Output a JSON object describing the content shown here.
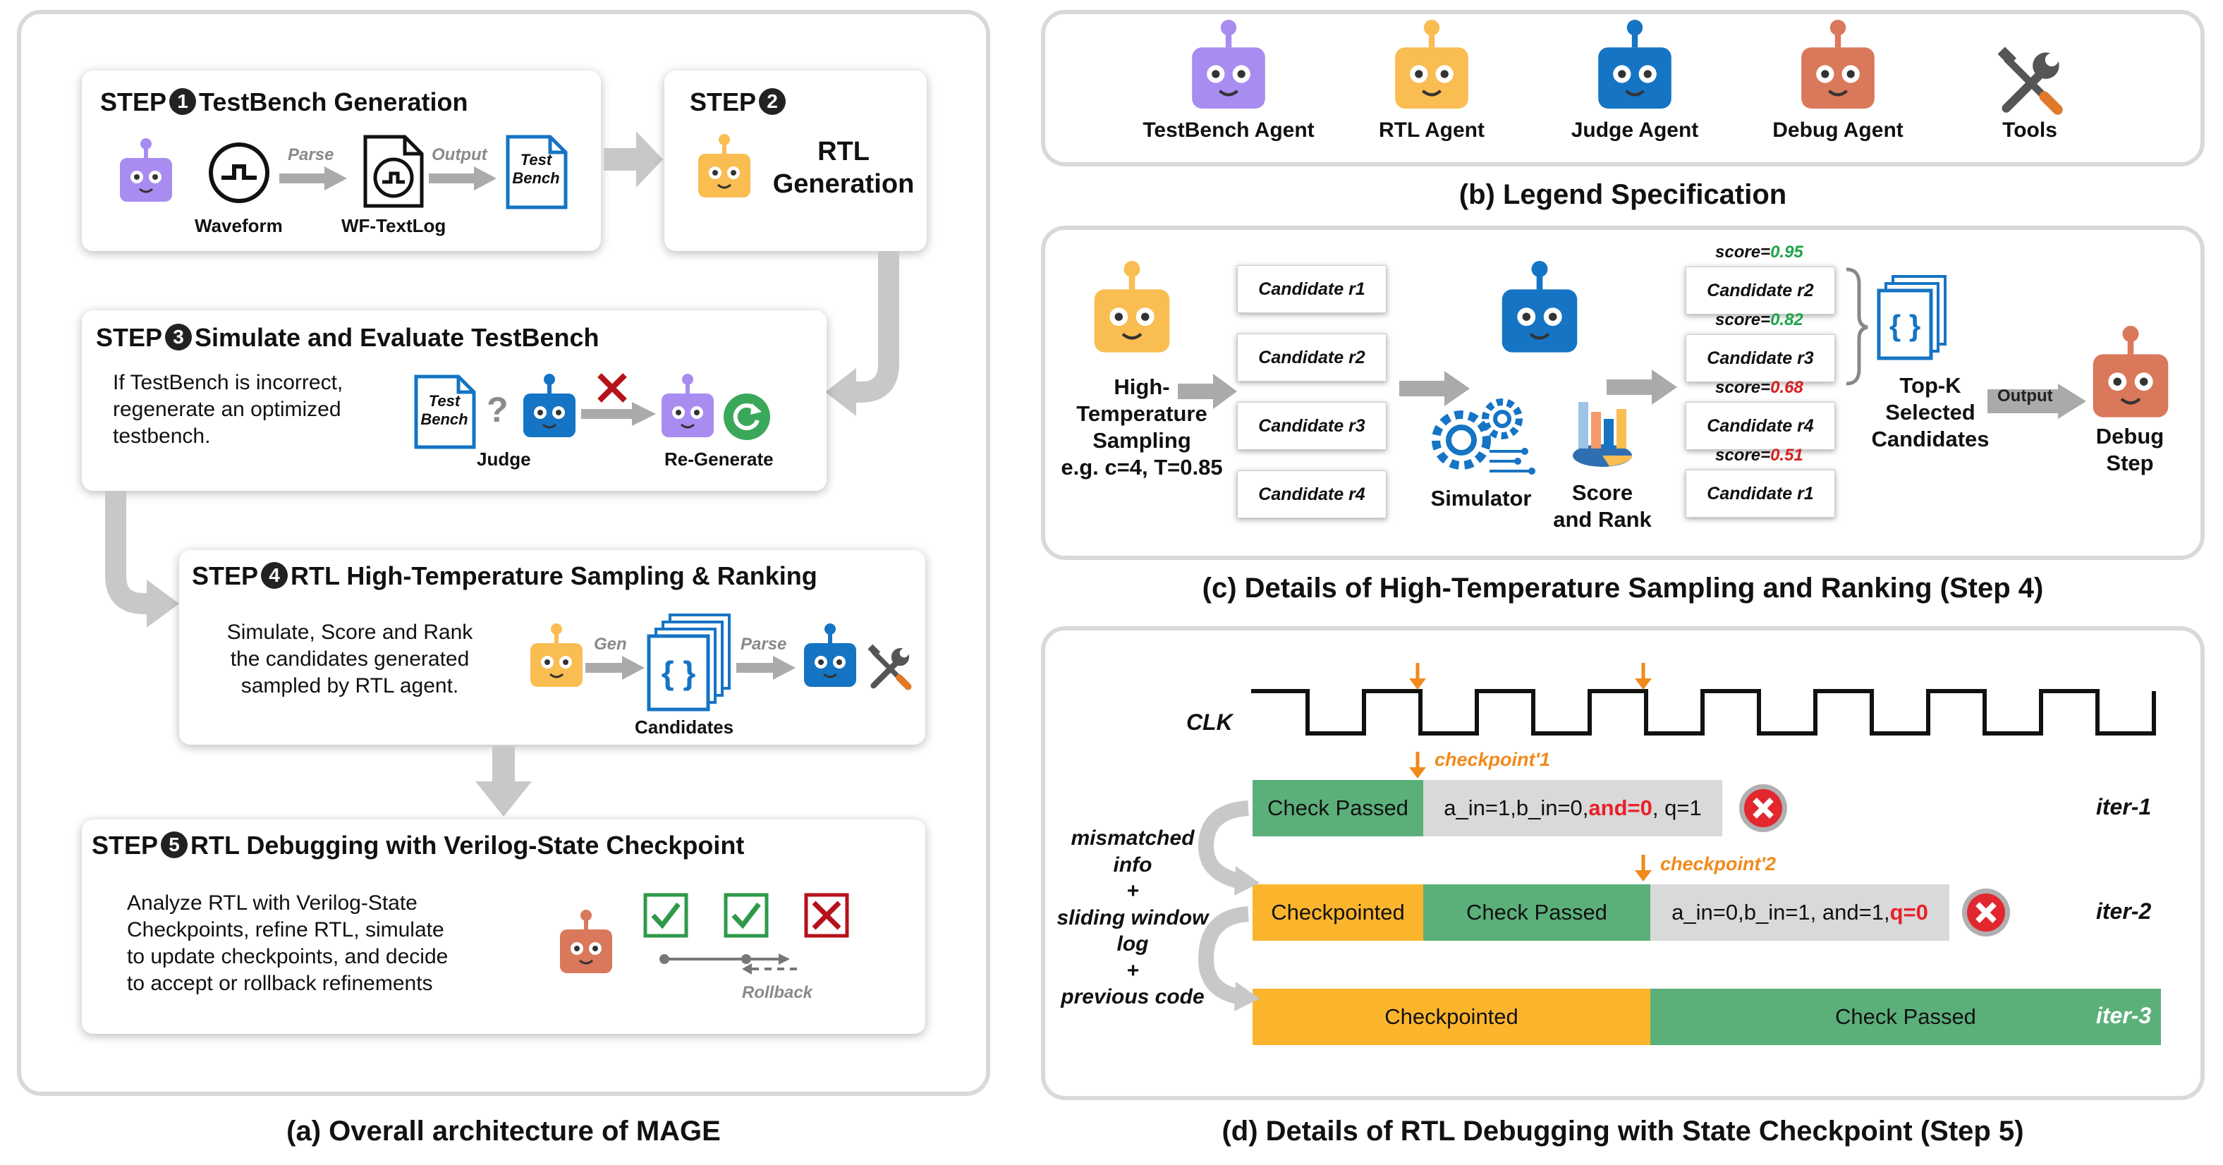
{
  "panel_a": {
    "step1": {
      "num": "1",
      "title": "TestBench Generation",
      "parse": "Parse",
      "output": "Output",
      "waveform": "Waveform",
      "wf_textlog": "WF-TextLog",
      "tb_line1": "Test",
      "tb_line2": "Bench"
    },
    "step2": {
      "num": "2",
      "title": "",
      "line1": "RTL",
      "line2": "Generation"
    },
    "step3": {
      "num": "3",
      "title": "Simulate and Evaluate TestBench",
      "desc1": "If TestBench is incorrect,",
      "desc2": "regenerate an optimized",
      "desc3": "testbench.",
      "judge": "Judge",
      "regenerate": "Re-Generate",
      "question": "?",
      "tb_line1": "Test",
      "tb_line2": "Bench"
    },
    "step4": {
      "num": "4",
      "title": "RTL High-Temperature Sampling & Ranking",
      "desc1": "Simulate, Score and Rank",
      "desc2": "the candidates generated",
      "desc3": "sampled by RTL agent.",
      "gen": "Gen",
      "parse": "Parse",
      "candidates": "Candidates"
    },
    "step5": {
      "num": "5",
      "title": "RTL Debugging with Verilog-State Checkpoint",
      "desc1": "Analyze RTL with Verilog-State",
      "desc2": "Checkpoints, refine RTL, simulate",
      "desc3": "to update checkpoints, and decide",
      "desc4": "to accept or rollback refinements",
      "rollback": "Rollback"
    },
    "step_prefix": "STEP",
    "caption": "(a) Overall architecture of MAGE"
  },
  "panel_b": {
    "agents": [
      {
        "label": "TestBench Agent",
        "color": "#a98cf0"
      },
      {
        "label": "RTL Agent",
        "color": "#f9bd52"
      },
      {
        "label": "Judge Agent",
        "color": "#1574c4"
      },
      {
        "label": "Debug Agent",
        "color": "#d9785a"
      }
    ],
    "tools": "Tools",
    "caption": "(b) Legend Specification"
  },
  "panel_c": {
    "sampling1": "High-",
    "sampling2": "Temperature",
    "sampling3": "Sampling",
    "sampling4": "e.g. c=4, T=0.85",
    "candidates": [
      "Candidate r1",
      "Candidate r2",
      "Candidate r3",
      "Candidate r4"
    ],
    "simulator": "Simulator",
    "score_rank1": "Score",
    "score_rank2": "and Rank",
    "ranked": [
      {
        "score_label": "score=",
        "score": "0.95",
        "candidate": "Candidate r2",
        "color": "#1ea34a"
      },
      {
        "score_label": "score=",
        "score": "0.82",
        "candidate": "Candidate r3",
        "color": "#1ea34a"
      },
      {
        "score_label": "score=",
        "score": "0.68",
        "candidate": "Candidate r4",
        "color": "#d42020"
      },
      {
        "score_label": "score=",
        "score": "0.51",
        "candidate": "Candidate r1",
        "color": "#d42020"
      }
    ],
    "topk1": "Top-K",
    "topk2": "Selected",
    "topk3": "Candidates",
    "output": "Output",
    "debug1": "Debug",
    "debug2": "Step",
    "caption": "(c) Details of High-Temperature Sampling and Ranking (Step 4)"
  },
  "panel_d": {
    "clk": "CLK",
    "checkpoint1": "checkpoint'1",
    "checkpoint2": "checkpoint'2",
    "side1": "mismatched",
    "side2": "info",
    "side3": "+",
    "side4": "sliding window",
    "side5": "log",
    "side6": "+",
    "side7": "previous code",
    "iter1": {
      "passed": "Check Passed",
      "state_a": "a_in=1,b_in=0, ",
      "state_red": "and=0",
      "state_b": ", q=1",
      "label": "iter-1"
    },
    "iter2": {
      "checkpointed": "Checkpointed",
      "passed": "Check Passed",
      "state_a": "a_in=0,b_in=1, and=1, ",
      "state_red": "q=0",
      "label": "iter-2"
    },
    "iter3": {
      "checkpointed": "Checkpointed",
      "passed": "Check Passed",
      "label": "iter-3"
    },
    "caption": "(d) Details of RTL Debugging with State Checkpoint  (Step 5)"
  },
  "colors": {
    "green": "#5bb07a",
    "orange": "#fbb52d",
    "gray": "#d9d9d9",
    "red": "#e8202a",
    "panel_border": "#d9d9d9"
  }
}
